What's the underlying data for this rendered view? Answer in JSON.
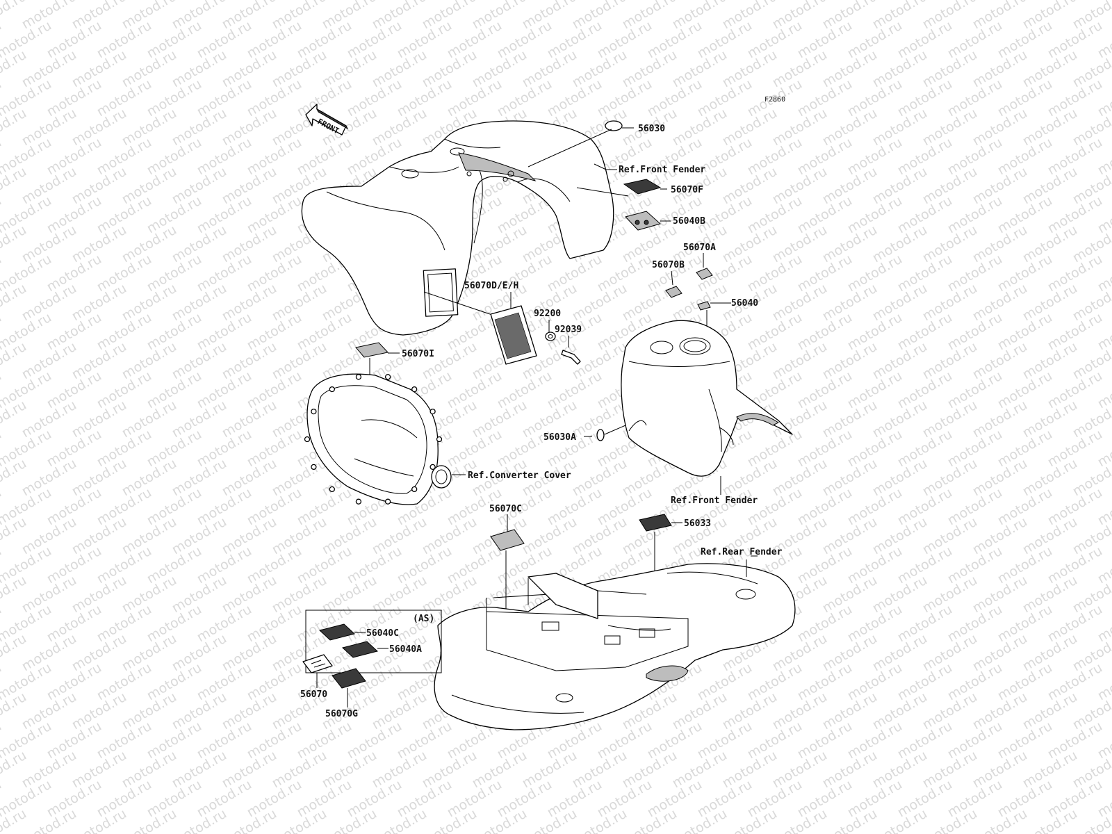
{
  "figure_code": "F2860",
  "front_arrow_text": "FRONT",
  "watermark": "motod.ru",
  "labels": {
    "p56030": "56030",
    "ref_front_fender_top": "Ref.Front Fender",
    "p56070F": "56070F",
    "p56040B": "56040B",
    "p56070A": "56070A",
    "p56070B": "56070B",
    "p56040": "56040",
    "p56070DEH": "56070D/E/H",
    "p92200": "92200",
    "p92039": "92039",
    "p56070I": "56070I",
    "ref_converter_cover": "Ref.Converter Cover",
    "p56030A": "56030A",
    "ref_front_fender_mid": "Ref.Front Fender",
    "p56070C": "56070C",
    "p56033": "56033",
    "ref_rear_fender": "Ref.Rear Fender",
    "as": "(AS)",
    "p56040C": "56040C",
    "p56040A": "56040A",
    "p56070": "56070",
    "p56070G": "56070G"
  }
}
